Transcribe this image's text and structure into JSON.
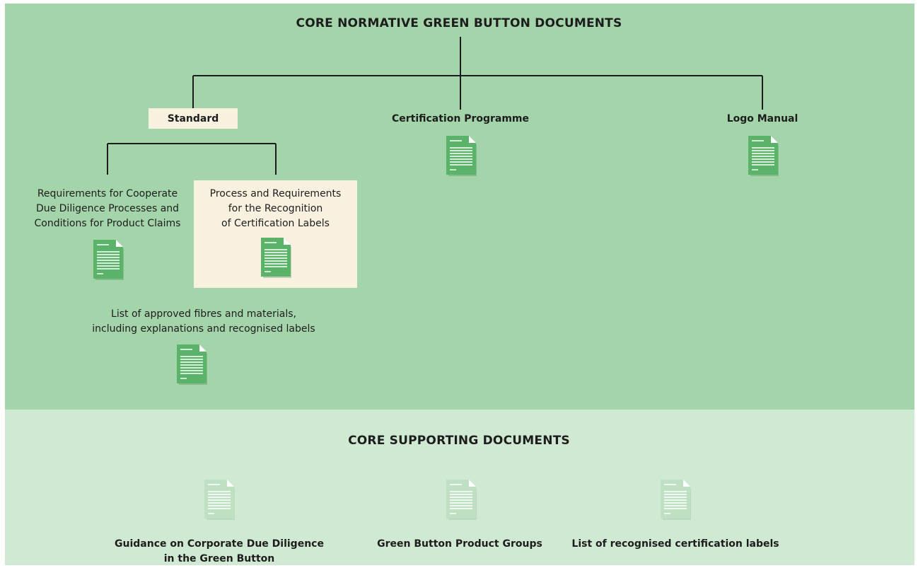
{
  "normative": {
    "heading": "CORE NORMATIVE GREEN BUTTON DOCUMENTS",
    "branches": [
      {
        "label": "Standard",
        "children": [
          {
            "lines": [
              "Requirements for Cooperate",
              "Due Diligence Processes and",
              "Conditions for Product Claims"
            ]
          },
          {
            "lines": [
              "Process and Requirements",
              "for the Recognition",
              "of Certification Labels"
            ]
          }
        ],
        "annex": {
          "lines": [
            "List of approved fibres and materials,",
            "including explanations and recognised labels"
          ]
        }
      },
      {
        "label": "Certification Programme"
      },
      {
        "label": "Logo Manual"
      }
    ]
  },
  "supporting": {
    "heading": "CORE SUPPORTING DOCUMENTS",
    "items": [
      {
        "lines": [
          "Guidance on Corporate Due Diligence",
          "in the Green Button"
        ]
      },
      {
        "lines": [
          "Green Button Product Groups"
        ]
      },
      {
        "lines": [
          "List of recognised certification labels"
        ]
      }
    ]
  },
  "colors": {
    "normative_panel": "#a4d4a9",
    "supporting_panel": "#d0e9d3",
    "highlight_box": "#f8f1e0",
    "document_icon": "#5bb36a",
    "document_icon_faded": "#bfe0c2",
    "connector": "#1d1d1d"
  },
  "icons": {
    "document": "document-icon",
    "document_faded": "document-icon-faded"
  }
}
